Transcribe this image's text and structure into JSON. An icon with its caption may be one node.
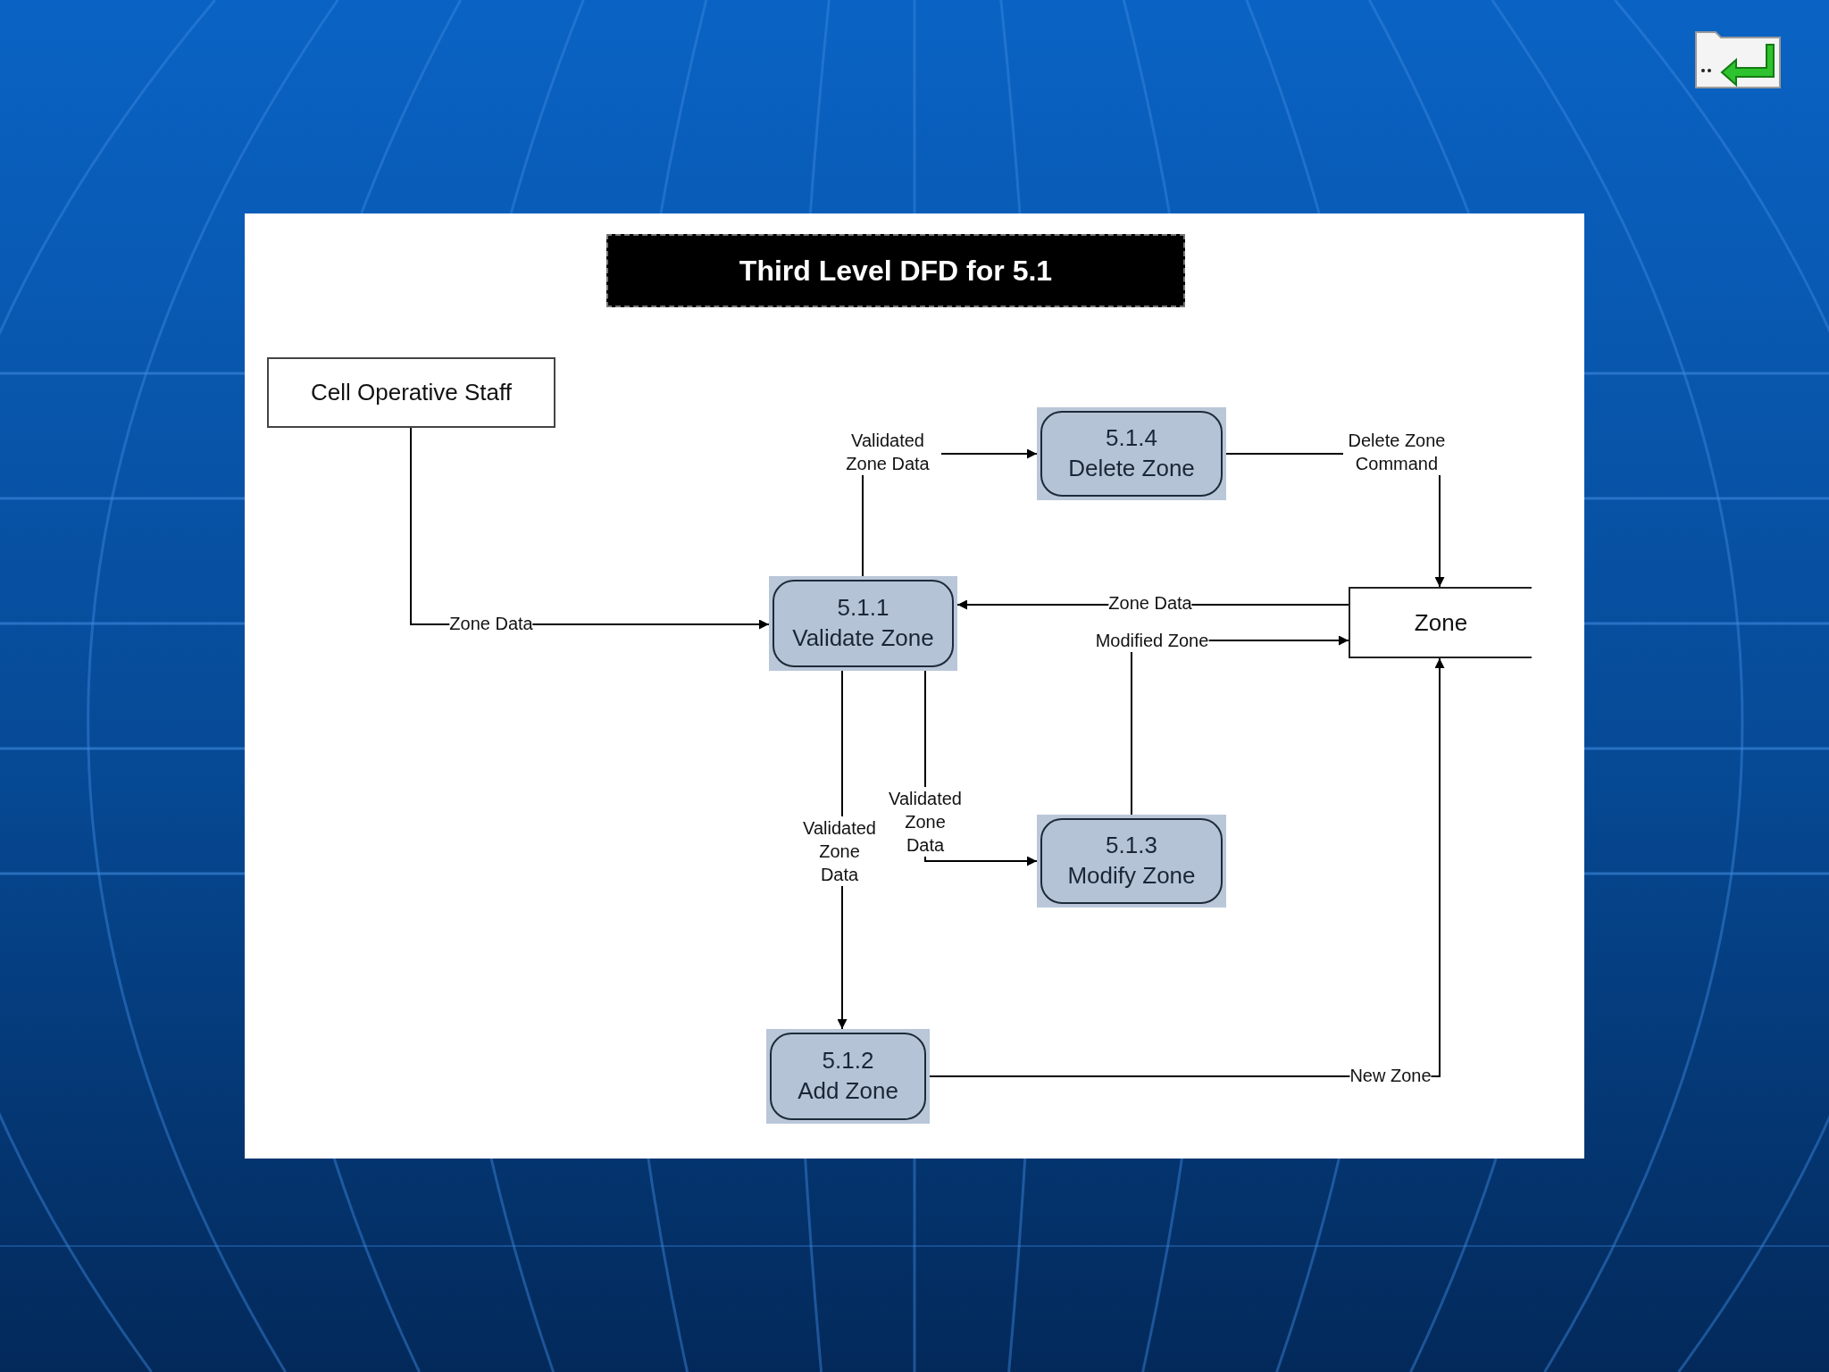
{
  "diagram": {
    "title": "Third Level DFD for 5.1",
    "nodes": [
      {
        "text": [
          "Cell Operative Staff"
        ]
      },
      {
        "text": [
          "5.1.4",
          "Delete Zone"
        ]
      },
      {
        "text": [
          "5.1.1",
          "Validate Zone"
        ]
      },
      {
        "text": [
          "Zone"
        ]
      },
      {
        "text": [
          "5.1.3",
          "Modify Zone"
        ]
      },
      {
        "text": [
          "5.1.2",
          "Add Zone"
        ]
      }
    ],
    "edges": [
      {
        "from": 0,
        "to": 2,
        "arrow": "to",
        "label": "Zone Data"
      },
      {
        "from": 2,
        "to": 1,
        "arrow": "to",
        "label": "Validated Zone Data"
      },
      {
        "from": 1,
        "to": 3,
        "arrow": "to",
        "label": "Delete Zone Command"
      },
      {
        "from": 3,
        "to": 2,
        "arrow": "to",
        "label": "Zone Data"
      },
      {
        "from": 4,
        "to": 3,
        "arrow": "to",
        "label": "Modified Zone"
      },
      {
        "from": 2,
        "to": 4,
        "arrow": "to",
        "label": "Validated Zone Data"
      },
      {
        "from": 2,
        "to": 5,
        "arrow": "to",
        "label": "Validated Zone Data"
      },
      {
        "from": 5,
        "to": 3,
        "arrow": "to",
        "label": "New Zone"
      }
    ]
  }
}
